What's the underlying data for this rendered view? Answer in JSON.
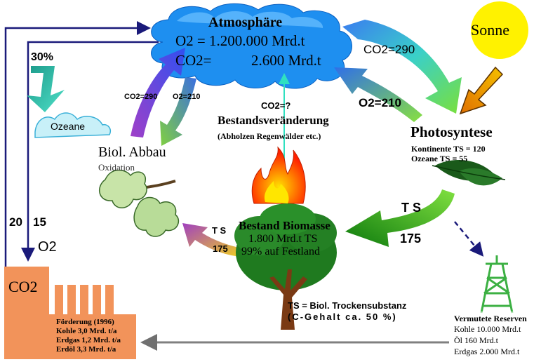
{
  "atmosphere": {
    "title": "Atmosphäre",
    "o2_line": "O2 = 1.200.000 Mrd.t",
    "co2_label": "CO2=",
    "co2_value": "2.600 Mrd.t"
  },
  "sun": {
    "label": "Sonne"
  },
  "photosynthesis": {
    "title": "Photosyntese",
    "continent_line": "Kontinente TS = 120",
    "ocean_line": "Ozeane TS = 55",
    "co2_flow": "CO2=290",
    "o2_flow": "O2=210"
  },
  "decomposition": {
    "title": "Biol. Abbau",
    "subtitle": "Oxidation",
    "co2_flow": "CO2=290",
    "o2_flow": "O2=210"
  },
  "stock_change": {
    "co2_label": "CO2=?",
    "title": "Bestandsveränderung",
    "subtitle": "(Abholzen Regenwälder etc.)"
  },
  "biomass": {
    "title": "Bestand Biomasse",
    "line1": "1.800 Mrd.t TS",
    "line2": "99% auf Festland",
    "ts_left_label": "T S",
    "ts_left_value": "175",
    "ts_right_label": "T S",
    "ts_right_value": "175",
    "legend_line1": "TS = Biol. Trockensubstanz",
    "legend_line2": "(C-Gehalt ca. 50 %)"
  },
  "oceans": {
    "percent": "30%",
    "label": "Ozeane"
  },
  "left_flows": {
    "value_up": "20",
    "value_down": "15",
    "o2_label": "O2"
  },
  "factory": {
    "co2_label": "CO2",
    "heading": "Förderung (1996)",
    "coal": "Kohle 3,0 Mrd. t/a",
    "gas": "Erdgas 1,2 Mrd. t/a",
    "oil": "Erdöl 3,3 Mrd. t/a"
  },
  "reserves": {
    "heading": "Vermutete Reserven",
    "coal": "Kohle 10.000 Mrd.t",
    "oil": "Öl 160 Mrd.t",
    "gas": "Erdgas 2.000 Mrd.t"
  },
  "colors": {
    "navy": "#1a1a7a",
    "factory": "#f2935a",
    "cloud": "#1e8ff0",
    "sun": "#fff200",
    "tower": "#3cb043",
    "fire": "#ff3c00",
    "grey_arrow": "#808080"
  }
}
